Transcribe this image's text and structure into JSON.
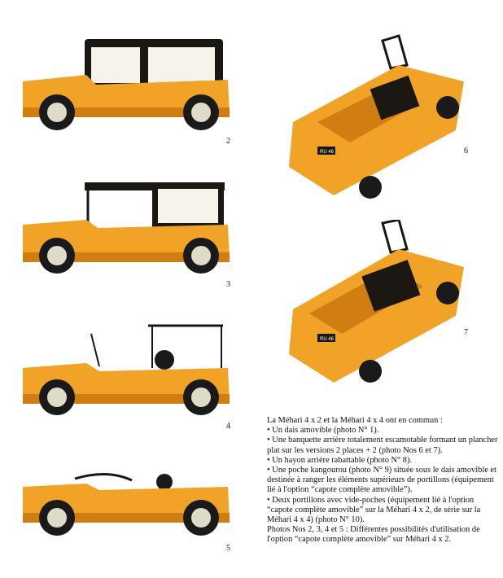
{
  "photos": [
    {
      "number": "2",
      "subject": "side view, full soft top"
    },
    {
      "number": "3",
      "subject": "side view, top with open sides"
    },
    {
      "number": "4",
      "subject": "side view, open frame"
    },
    {
      "number": "5",
      "subject": "side view, roof down"
    },
    {
      "number": "6",
      "subject": "rear three-quarter view, flat floor"
    },
    {
      "number": "7",
      "subject": "rear three-quarter view, tailgate down"
    }
  ],
  "plates": {
    "photo6": "RU 46",
    "photo7": "RU 46"
  },
  "colors": {
    "body": "#f0a326",
    "body_dark": "#cf7e12",
    "top": "#1b1712",
    "tire": "#1a1a1a",
    "wheel": "#dedcc8"
  },
  "text": {
    "intro": "La Méhari 4 x 2 et la Méhari 4 x 4 ont en commun :",
    "items": [
      "• Un dais amovible (photo N° 1).",
      "• Une banquette arrière totalement escamotable formant un plancher plat sur les versions 2 places + 2 (photo Nos 6 et 7).",
      "• Un hayon arrière rabattable (photo N° 8).",
      "• Une poche kangourou (photo N° 9) située sous le dais amovible et destinée à ranger les éléments supérieurs de portillons (équipement lié à l'option “capote complète amovible”).",
      "• Deux portillons avec vide-poches (équipement lié à l'option “capote complète amovible” sur la Méhari 4 x 2, de série sur la Méhari 4 x 4) (photo N° 10)."
    ],
    "closing": "Photos Nos 2, 3, 4 et 5 : Différentes possibilités d'utilisation de l'option “capote complète amovible” sur Méhari 4 x 2."
  }
}
